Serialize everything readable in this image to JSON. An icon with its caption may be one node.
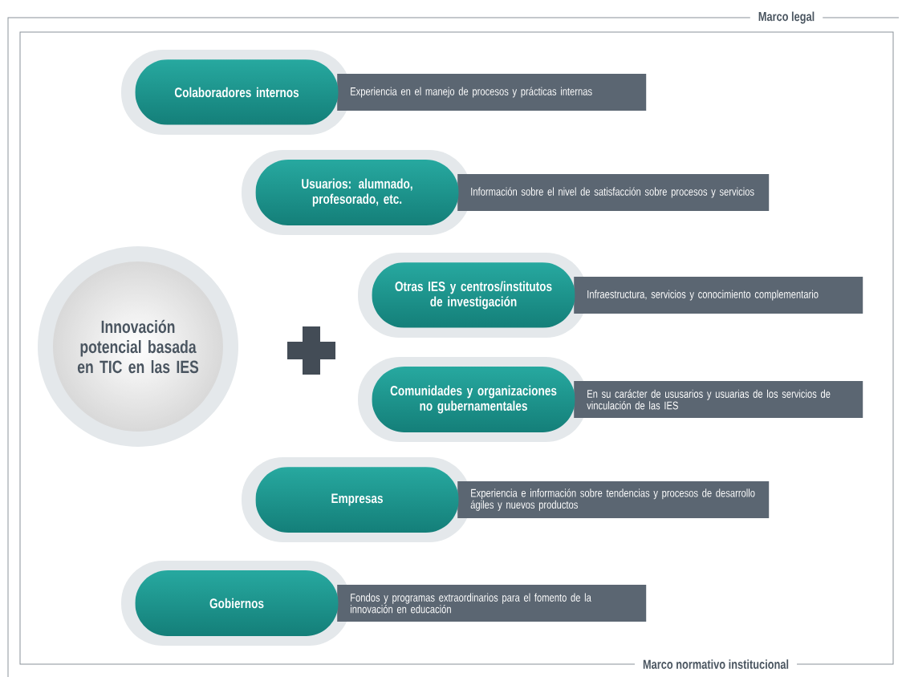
{
  "diagram": {
    "nodes": [
      {
        "text": [
          "Marco legal"
        ]
      },
      {
        "text": [
          "Marco normativo institucional"
        ],
        "in": 0
      },
      {
        "text": [
          "Innovación potencial basada en TIC en las IES"
        ],
        "in": 1
      },
      {
        "text": [
          "Colaboradores internos"
        ],
        "in": 1
      },
      {
        "text": [
          "Experiencia en el manejo de procesos y prácticas internas"
        ],
        "in": 1
      },
      {
        "text": [
          "Usuarios: alumnado, profesorado, etc."
        ],
        "in": 1
      },
      {
        "text": [
          "Información sobre el nivel de satisfacción sobre procesos y servicios"
        ],
        "in": 1
      },
      {
        "text": [
          "Otras IES y centros/institutos de investigación"
        ],
        "in": 1
      },
      {
        "text": [
          "Infraestructura, servicios y conocimiento complementario"
        ],
        "in": 1
      },
      {
        "text": [
          "Comunidades y organizaciones no gubernamentales"
        ],
        "in": 1
      },
      {
        "text": [
          "En su carácter de ususarios y usuarias de los servicios de vinculación de las IES"
        ],
        "in": 1
      },
      {
        "text": [
          "Empresas"
        ],
        "in": 1
      },
      {
        "text": [
          "Experiencia e información sobre tendencias y procesos de desarrollo ágiles y nuevos productos"
        ],
        "in": 1
      },
      {
        "text": [
          "Gobiernos"
        ],
        "in": 1
      },
      {
        "text": [
          "Fondos y programas extraordinarios para el fomento de la innovación en educación"
        ],
        "in": 1
      }
    ]
  }
}
